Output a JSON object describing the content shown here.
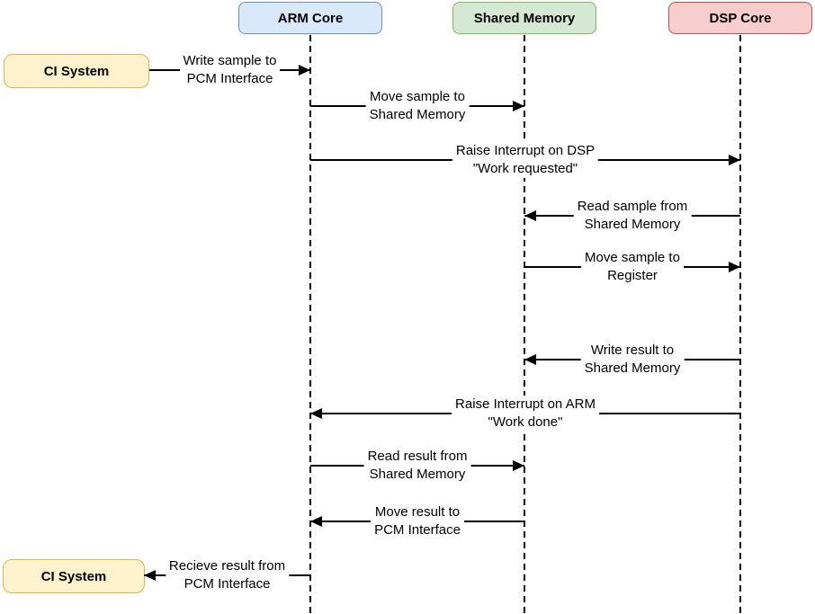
{
  "actors": {
    "arm": {
      "label": "ARM Core",
      "fill": "#dae8fc",
      "border": "#6c8ebf"
    },
    "shared": {
      "label": "Shared Memory",
      "fill": "#d5e8d4",
      "border": "#82b366"
    },
    "dsp": {
      "label": "DSP Core",
      "fill": "#f8cecc",
      "border": "#b85450"
    }
  },
  "external": {
    "top": {
      "label": "CI System",
      "fill": "#fff2cc",
      "border": "#d6b656"
    },
    "bottom": {
      "label": "CI System",
      "fill": "#fff2cc",
      "border": "#d6b656"
    }
  },
  "messages": [
    {
      "line1": "Write sample to",
      "line2": "PCM Interface",
      "from": "CI System",
      "to": "ARM Core",
      "direction": "right"
    },
    {
      "line1": "Move sample to",
      "line2": "Shared Memory",
      "from": "ARM Core",
      "to": "Shared Memory",
      "direction": "right"
    },
    {
      "line1": "Raise Interrupt on DSP",
      "line2": "\"Work requested\"",
      "from": "ARM Core",
      "to": "DSP Core",
      "direction": "right"
    },
    {
      "line1": "Read sample from",
      "line2": "Shared Memory",
      "from": "DSP Core",
      "to": "Shared Memory",
      "direction": "left"
    },
    {
      "line1": "Move sample to",
      "line2": "Register",
      "from": "Shared Memory",
      "to": "DSP Core",
      "direction": "right"
    },
    {
      "line1": "Write result to",
      "line2": "Shared Memory",
      "from": "DSP Core",
      "to": "Shared Memory",
      "direction": "left"
    },
    {
      "line1": "Raise Interrupt on ARM",
      "line2": "\"Work done\"",
      "from": "DSP Core",
      "to": "ARM Core",
      "direction": "left"
    },
    {
      "line1": "Read result from",
      "line2": "Shared Memory",
      "from": "ARM Core",
      "to": "Shared Memory",
      "direction": "right"
    },
    {
      "line1": "Move result to",
      "line2": "PCM Interface",
      "from": "Shared Memory",
      "to": "ARM Core",
      "direction": "left"
    },
    {
      "line1": "Recieve result from",
      "line2": "PCM Interface",
      "from": "ARM Core",
      "to": "CI System",
      "direction": "left"
    }
  ]
}
